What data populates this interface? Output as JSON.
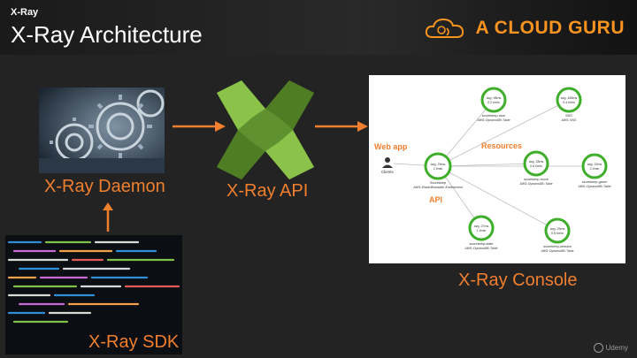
{
  "header": {
    "kicker": "X-Ray",
    "title": "X-Ray Architecture",
    "brand": "A CLOUD GURU"
  },
  "labels": {
    "daemon": "X-Ray Daemon",
    "api": "X-Ray API",
    "sdk": "X-Ray SDK",
    "console": "X-Ray Console"
  },
  "console_map": {
    "web_app_label": "Web app",
    "resources_label": "Resources",
    "api_label": "API",
    "client_label": "Clients",
    "nodes": [
      {
        "id": "n1",
        "stat1": "avg. 98ms",
        "stat2": "0.2 t/min",
        "name": "scorekeep-user",
        "type": "AWS::DynamoDB::Table"
      },
      {
        "id": "n2",
        "stat1": "avg. 465ms",
        "stat2": "0.4 t/min",
        "name": "SNS",
        "type": "AWS::SNS"
      },
      {
        "id": "n3",
        "stat1": "avg. 29ms",
        "stat2": "2 t/min",
        "name": "Scorekeep",
        "type": "AWS::ElasticBeanstalk::Environment"
      },
      {
        "id": "n4",
        "stat1": "avg. 28ms",
        "stat2": "0.8 t/min",
        "name": "scorekeep-move",
        "type": "AWS::DynamoDB::Table"
      },
      {
        "id": "n5",
        "stat1": "avg. 22ms",
        "stat2": "2 t/min",
        "name": "scorekeep-game",
        "type": "AWS::DynamoDB::Table"
      },
      {
        "id": "n6",
        "stat1": "avg. 27ms",
        "stat2": "1 t/min",
        "name": "scorekeep-state",
        "type": "AWS::DynamoDB::Table"
      },
      {
        "id": "n7",
        "stat1": "avg. 25ms",
        "stat2": "0.6 t/min",
        "name": "scorekeep-session",
        "type": "AWS::DynamoDB::Table"
      }
    ]
  },
  "watermark": "Udemy",
  "colors": {
    "accent": "#f07f2e",
    "brand": "#f7931e",
    "node": "#3fae2a",
    "api_green": "#5a8f2a"
  }
}
